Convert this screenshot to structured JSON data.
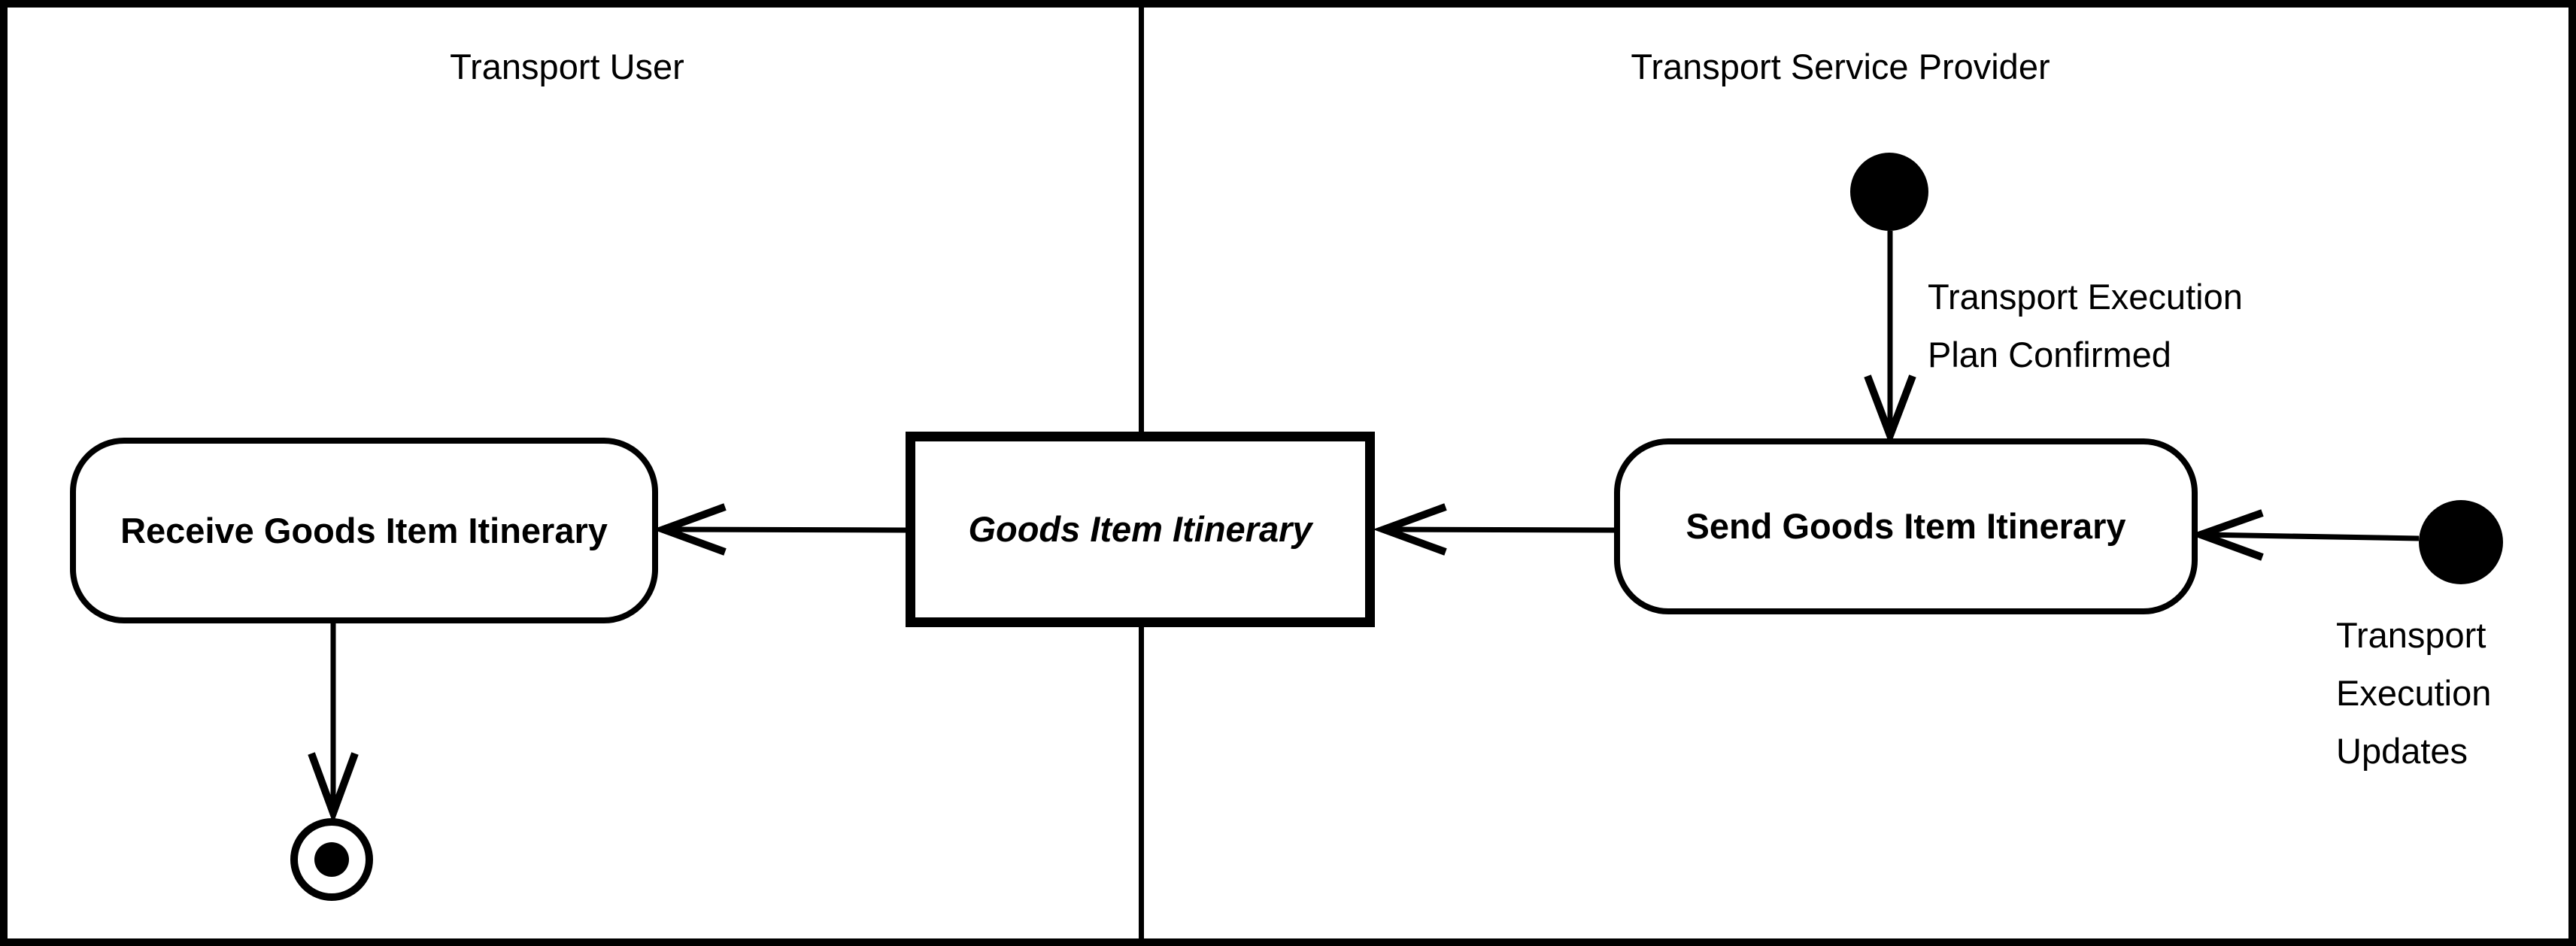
{
  "diagram": {
    "kind": "uml-activity-diagram",
    "colors": {
      "stroke": "#000000",
      "background": "#ffffff"
    },
    "lanes": {
      "left": {
        "title": "Transport User"
      },
      "right": {
        "title": "Transport Service Provider"
      }
    },
    "activities": {
      "receive": {
        "line1": "Receive Goods Item",
        "line2": "Itinerary"
      },
      "send": {
        "label": "Send Goods Item Itinerary"
      }
    },
    "object_node": {
      "line1": "Goods Item",
      "line2": "Itinerary"
    },
    "edge_labels": {
      "plan_confirmed": {
        "line1": "Transport Execution",
        "line2": "Plan Confirmed"
      },
      "updates": {
        "line1": "Transport",
        "line2": "Execution",
        "line3": "Updates"
      }
    }
  }
}
